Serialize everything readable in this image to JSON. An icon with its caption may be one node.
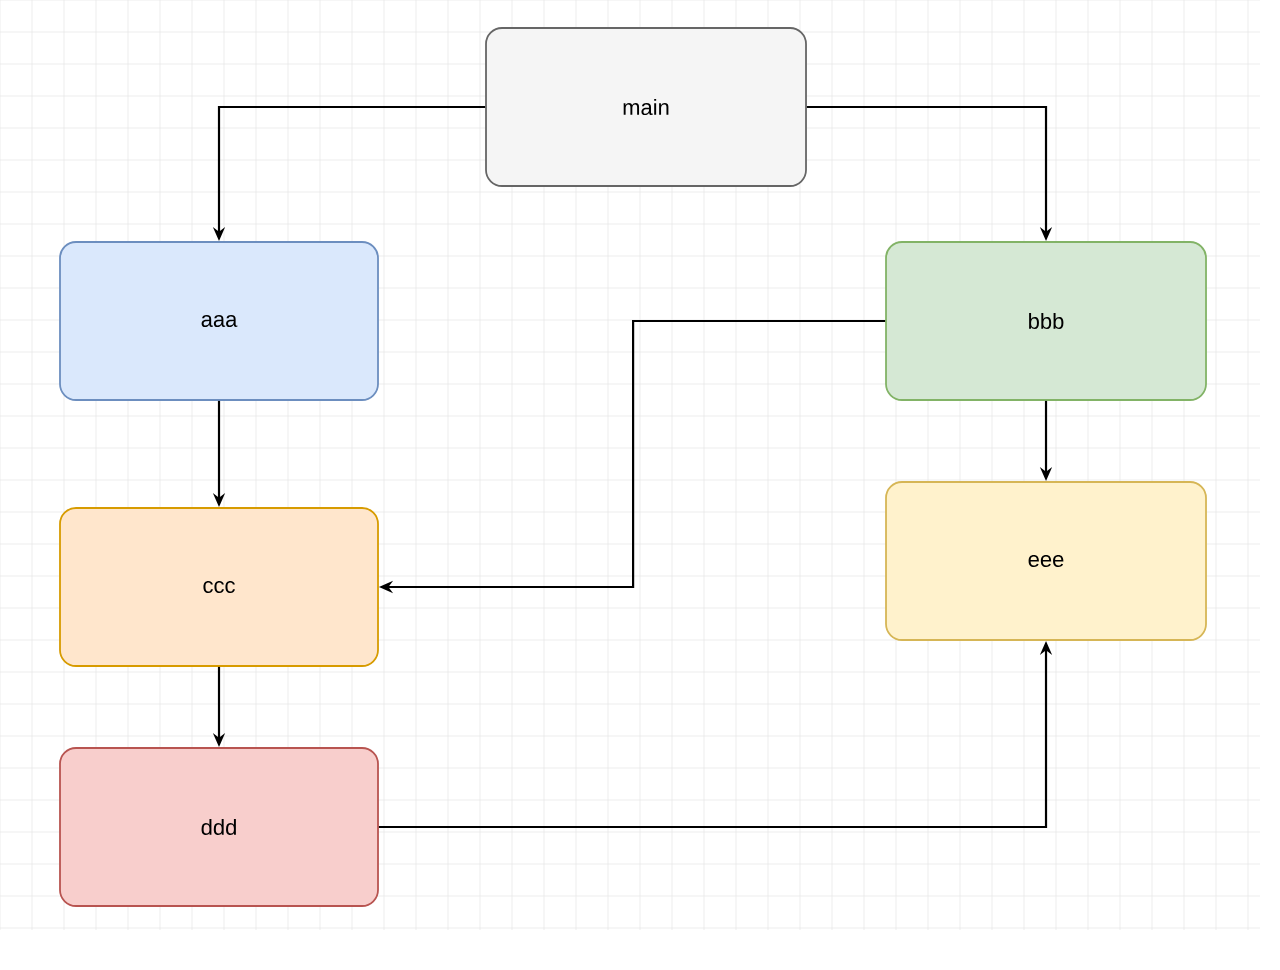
{
  "diagram": {
    "nodes": [
      {
        "text": [
          "main"
        ]
      },
      {
        "text": [
          "aaa"
        ]
      },
      {
        "text": [
          "bbb"
        ]
      },
      {
        "text": [
          "ccc"
        ]
      },
      {
        "text": [
          "eee"
        ]
      },
      {
        "text": [
          "ddd"
        ]
      }
    ],
    "edges": [
      {
        "from": 0,
        "to": 1,
        "arrow": "to"
      },
      {
        "from": 0,
        "to": 2,
        "arrow": "to"
      },
      {
        "from": 1,
        "to": 3,
        "arrow": "to"
      },
      {
        "from": 2,
        "to": 3,
        "arrow": "to"
      },
      {
        "from": 2,
        "to": 4,
        "arrow": "to"
      },
      {
        "from": 3,
        "to": 5,
        "arrow": "to"
      },
      {
        "from": 5,
        "to": 4,
        "arrow": "to"
      }
    ]
  }
}
